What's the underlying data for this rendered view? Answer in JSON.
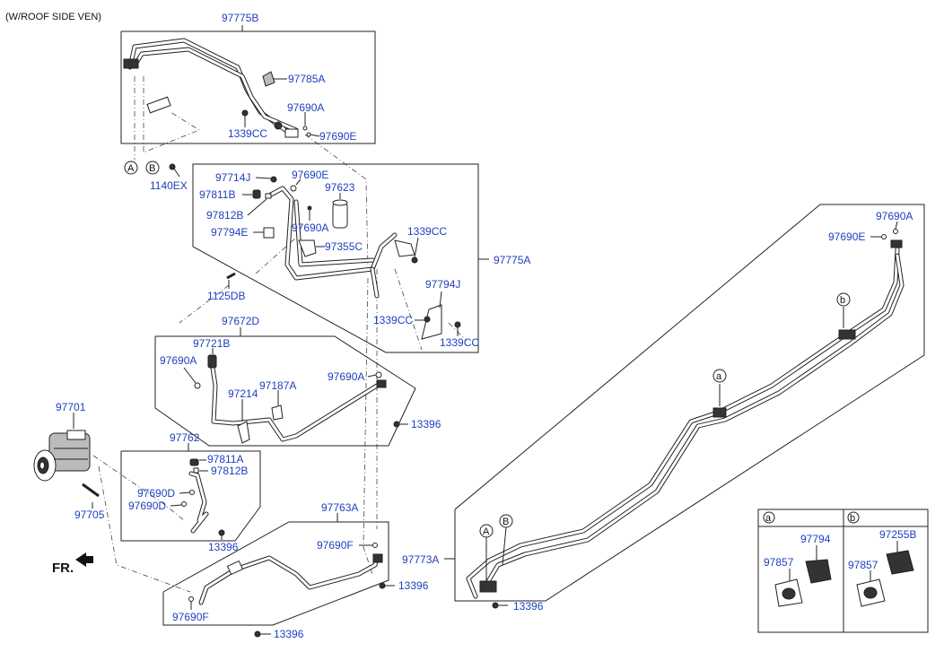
{
  "header": {
    "variant_note": "(W/ROOF SIDE VEN)"
  },
  "front_indicator": "FR.",
  "callouts": {
    "a": "a",
    "b": "b",
    "A": "A",
    "B": "B"
  },
  "legend": {
    "col_a": {
      "key": "a",
      "parts": [
        "97794",
        "97857"
      ]
    },
    "col_b": {
      "key": "b",
      "parts": [
        "97255B",
        "97857"
      ]
    }
  },
  "parts": {
    "p97775B": "97775B",
    "p97785A": "97785A",
    "p97690A_1": "97690A",
    "p1339CC_1": "1339CC",
    "p97690E_1": "97690E",
    "p1140EX": "1140EX",
    "p97714J": "97714J",
    "p97690E_2": "97690E",
    "p97623": "97623",
    "p97811B": "97811B",
    "p97812B_1": "97812B",
    "p97690A_2": "97690A",
    "p97794E": "97794E",
    "p97355C": "97355C",
    "p1339CC_2": "1339CC",
    "p97775A": "97775A",
    "p1125DB": "1125DB",
    "p97794J": "97794J",
    "p1339CC_3": "1339CC",
    "p1339CC_4": "1339CC",
    "p97672D": "97672D",
    "p97721B": "97721B",
    "p97690A_3": "97690A",
    "p97214": "97214",
    "p97187A": "97187A",
    "p97690A_4": "97690A",
    "p13396_1": "13396",
    "p97701": "97701",
    "p97762": "97762",
    "p97811A": "97811A",
    "p97812B_2": "97812B",
    "p97690D_1": "97690D",
    "p97690D_2": "97690D",
    "p97705": "97705",
    "p13396_2": "13396",
    "p97763A": "97763A",
    "p97690F_1": "97690F",
    "p13396_3": "13396",
    "p97690F_2": "97690F",
    "p13396_4": "13396",
    "p97773A": "97773A",
    "p13396_5": "13396",
    "p97690A_5": "97690A",
    "p97690E_3": "97690E"
  }
}
